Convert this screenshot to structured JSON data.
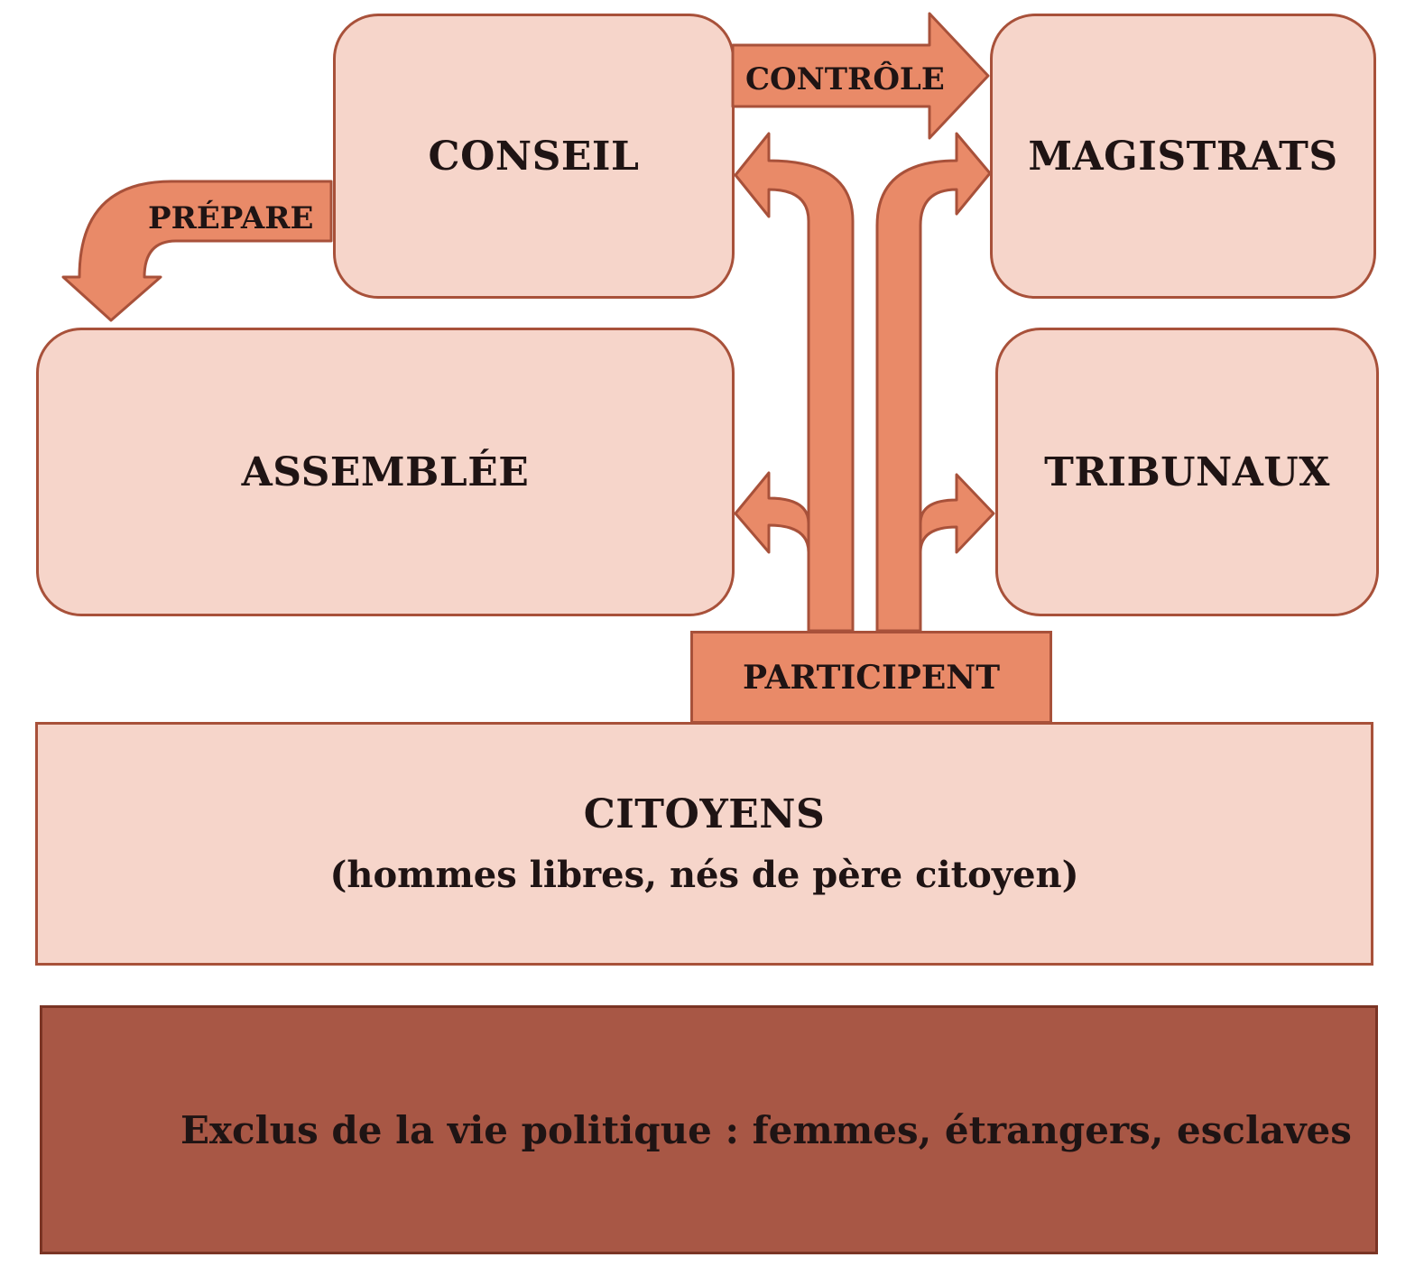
{
  "nodes": {
    "conseil": "CONSEIL",
    "magistrats": "MAGISTRATS",
    "assemblee": "ASSEMBLÉE",
    "tribunaux": "TRIBUNAUX",
    "participent": "PARTICIPENT",
    "citoyens_title": "CITOYENS",
    "citoyens_sub": "(hommes libres, nés de père citoyen)",
    "exclus": "Exclus de la vie politique : femmes, étrangers, esclaves"
  },
  "arrows": {
    "controle": "CONTRÔLE",
    "prepare": "PRÉPARE"
  },
  "colors": {
    "box_fill": "#f6d5ca",
    "box_border": "#a8513a",
    "arrow_fill": "#e98a68",
    "excluded_fill": "#a85745"
  }
}
